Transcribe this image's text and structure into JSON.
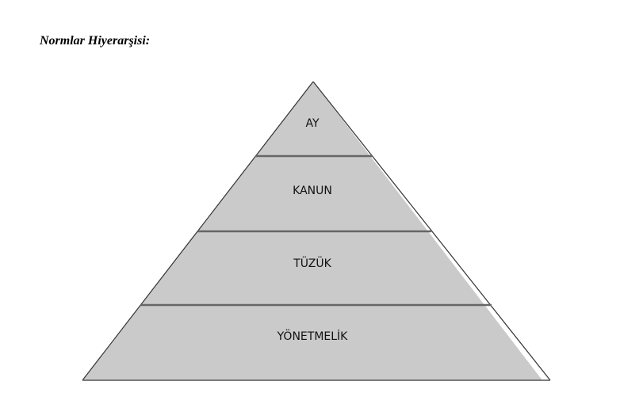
{
  "title": "Normlar Hiyerarşisi:",
  "pyramid": {
    "fill_color": "#cacaca",
    "outline_color": "#333333",
    "divider_color": "#666666",
    "levels": [
      {
        "label": "AY"
      },
      {
        "label": "KANUN"
      },
      {
        "label": "TÜZÜK"
      },
      {
        "label": "YÖNETMELİK"
      }
    ]
  }
}
